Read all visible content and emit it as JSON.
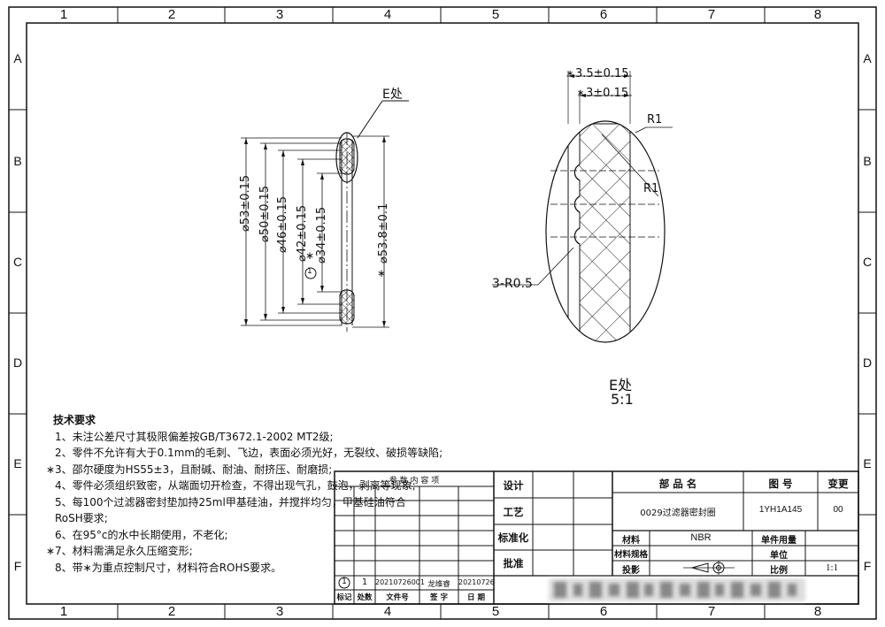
{
  "zones": {
    "columns": [
      "1",
      "2",
      "3",
      "4",
      "5",
      "6",
      "7",
      "8"
    ],
    "rows": [
      "A",
      "B",
      "C",
      "D",
      "E",
      "F"
    ]
  },
  "left_view": {
    "detail_callout": "E处",
    "dims": [
      "⌀53±0.15",
      "⌀50±0.15",
      "⌀46±0.15",
      "⌀42±0.15",
      "⌀34±0.15",
      "⌀53.8±0.1"
    ],
    "marker_1": "1",
    "star": "∗"
  },
  "detail_view": {
    "dim_top1": "3.5±0.15",
    "dim_top2": "3±0.15",
    "r1_upper": "R1",
    "r1_lower": "R1",
    "radius_note": "3-R0.5",
    "caption": "E处",
    "scale": "5:1"
  },
  "tech_requirements": {
    "heading": "技术要求",
    "items": [
      {
        "mark": "",
        "text": "1、未注公差尺寸其极限偏差按GB/T3672.1-2002 MT2级;"
      },
      {
        "mark": "",
        "text": "2、零件不允许有大于0.1mm的毛刺、飞边，表面必须光好，无裂纹、破损等缺陷;"
      },
      {
        "mark": "∗",
        "text": "3、邵尔硬度为HS55±3，且耐碱、耐油、耐挤压、耐磨损;"
      },
      {
        "mark": "",
        "text": "4、零件必须组织致密，从端面切开检查，不得出现气孔，鼓泡，剥离等现象;"
      },
      {
        "mark": "",
        "text": "5、每100个过滤器密封垫加持25ml甲基硅油，并搅拌均匀，甲基硅油符合"
      },
      {
        "mark": "",
        "text": "RoSH要求;"
      },
      {
        "mark": "",
        "text": "6、在95°c的水中长期使用，不老化;"
      },
      {
        "mark": "∗",
        "text": "7、材料需满足永久压缩变形;"
      },
      {
        "mark": "",
        "text": "8、带∗为重点控制尺寸，材料符合ROHS要求。"
      }
    ]
  },
  "title_block": {
    "ref_header": "参 数 内 容 项",
    "design": "设计",
    "process": "工艺",
    "standardize": "标准化",
    "approve": "批准",
    "part_name_label": "部 品 名",
    "part_name": "0029过滤器密封圈",
    "drawing_no_label": "图 号",
    "drawing_no": "1YH1A145",
    "change_label": "变更",
    "change": "00",
    "material_label": "材料",
    "material": "NBR",
    "unit_weight_label": "单件用量",
    "material_spec_label": "材料规格",
    "unit_label": "单位",
    "projection_label": "投影",
    "scale_label": "比例",
    "scale": "1:1",
    "revision": {
      "mark": "1",
      "count": "1",
      "doc_no": "20210726001",
      "signer": "龙维睿",
      "date": "20210726"
    },
    "revision_headers": [
      "标记",
      "处数",
      "文件号",
      "签 字",
      "日 期"
    ]
  }
}
